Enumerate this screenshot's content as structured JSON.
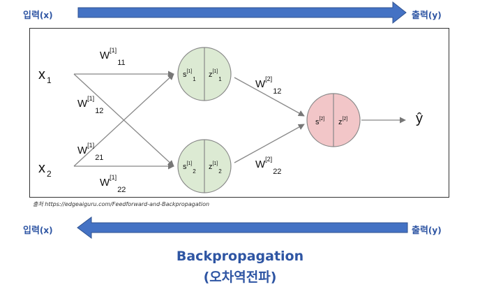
{
  "forward_arrow": {
    "left_label": "입력",
    "left_sub": "(x)",
    "right_label": "출력",
    "right_sub": "(y)"
  },
  "backward_arrow": {
    "left_label": "입력",
    "left_sub": "(x)",
    "right_label": "출력",
    "right_sub": "(y)"
  },
  "colors": {
    "arrow_fill": "#4472c4",
    "arrow_stroke": "#2f528f",
    "hidden_node": "#dcead3",
    "output_node": "#f2c6c8",
    "text_blue": "#2e55a3"
  },
  "network": {
    "inputs": [
      {
        "base": "x",
        "sub": "1"
      },
      {
        "base": "x",
        "sub": "2"
      }
    ],
    "weights_layer1": [
      {
        "base": "W",
        "sup": "[1]",
        "sub": "11"
      },
      {
        "base": "W",
        "sup": "[1]",
        "sub": "12"
      },
      {
        "base": "W",
        "sup": "[1]",
        "sub": "21"
      },
      {
        "base": "W",
        "sup": "[1]",
        "sub": "22"
      }
    ],
    "hidden_nodes": [
      {
        "s_base": "s",
        "s_sup": "[1]",
        "s_sub": "1",
        "z_base": "z",
        "z_sup": "[1]",
        "z_sub": "1"
      },
      {
        "s_base": "s",
        "s_sup": "[1]",
        "s_sub": "2",
        "z_base": "z",
        "z_sup": "[1]",
        "z_sub": "2"
      }
    ],
    "weights_layer2": [
      {
        "base": "W",
        "sup": "[2]",
        "sub": "12"
      },
      {
        "base": "W",
        "sup": "[2]",
        "sub": "22"
      }
    ],
    "output_node": {
      "s_base": "s",
      "s_sup": "[2]",
      "z_base": "z",
      "z_sup": "[2]"
    },
    "output_label": "ŷ"
  },
  "source": {
    "prefix": "출처",
    "url": "https://edgeaiguru.com/Feedforward-and-Backpropagation"
  },
  "title": {
    "line1": "Backpropagation",
    "line2": "(오차역전파)"
  }
}
